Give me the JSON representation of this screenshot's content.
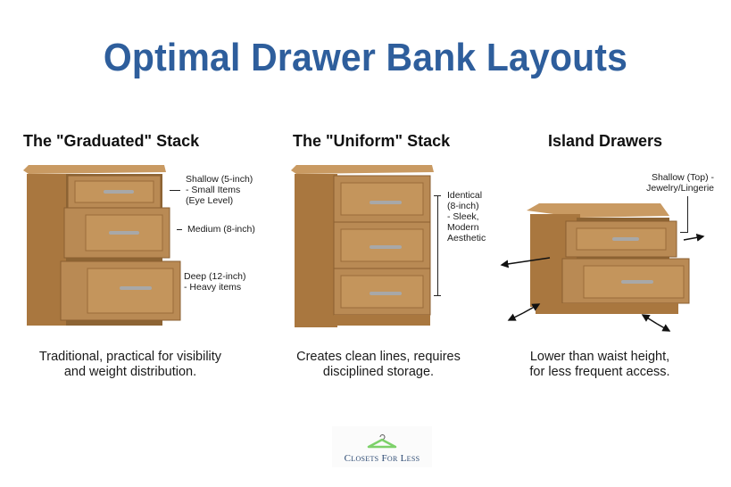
{
  "title": "Optimal Drawer Bank Layouts",
  "colors": {
    "title": "#2e5e9c",
    "wood": "#b98a54",
    "wood_dark": "#8d6434",
    "logo_text": "#2d4a73",
    "hanger": "#7dd16a"
  },
  "columns": [
    {
      "title": "The \"Graduated\" Stack",
      "labels": [
        "Shallow (5-inch)",
        "- Small Items",
        "(Eye Level)",
        "Medium (8-inch)",
        "Deep (12-inch)",
        "- Heavy items"
      ],
      "caption": [
        "Traditional, practical for visibility",
        "and weight distribution."
      ]
    },
    {
      "title": "The \"Uniform\" Stack",
      "labels": [
        "Identical",
        "(8-inch)",
        "- Sleek,",
        "Modern",
        "Aesthetic"
      ],
      "caption": [
        "Creates clean lines, requires",
        "disciplined storage."
      ]
    },
    {
      "title": "Island Drawers",
      "labels": [
        "Shallow (Top) -",
        "Jewelry/Lingerie"
      ],
      "caption": [
        "Lower than waist height,",
        "for less frequent access."
      ]
    }
  ],
  "logo": {
    "text": "Closets For Less",
    "icon": "hanger-icon"
  }
}
